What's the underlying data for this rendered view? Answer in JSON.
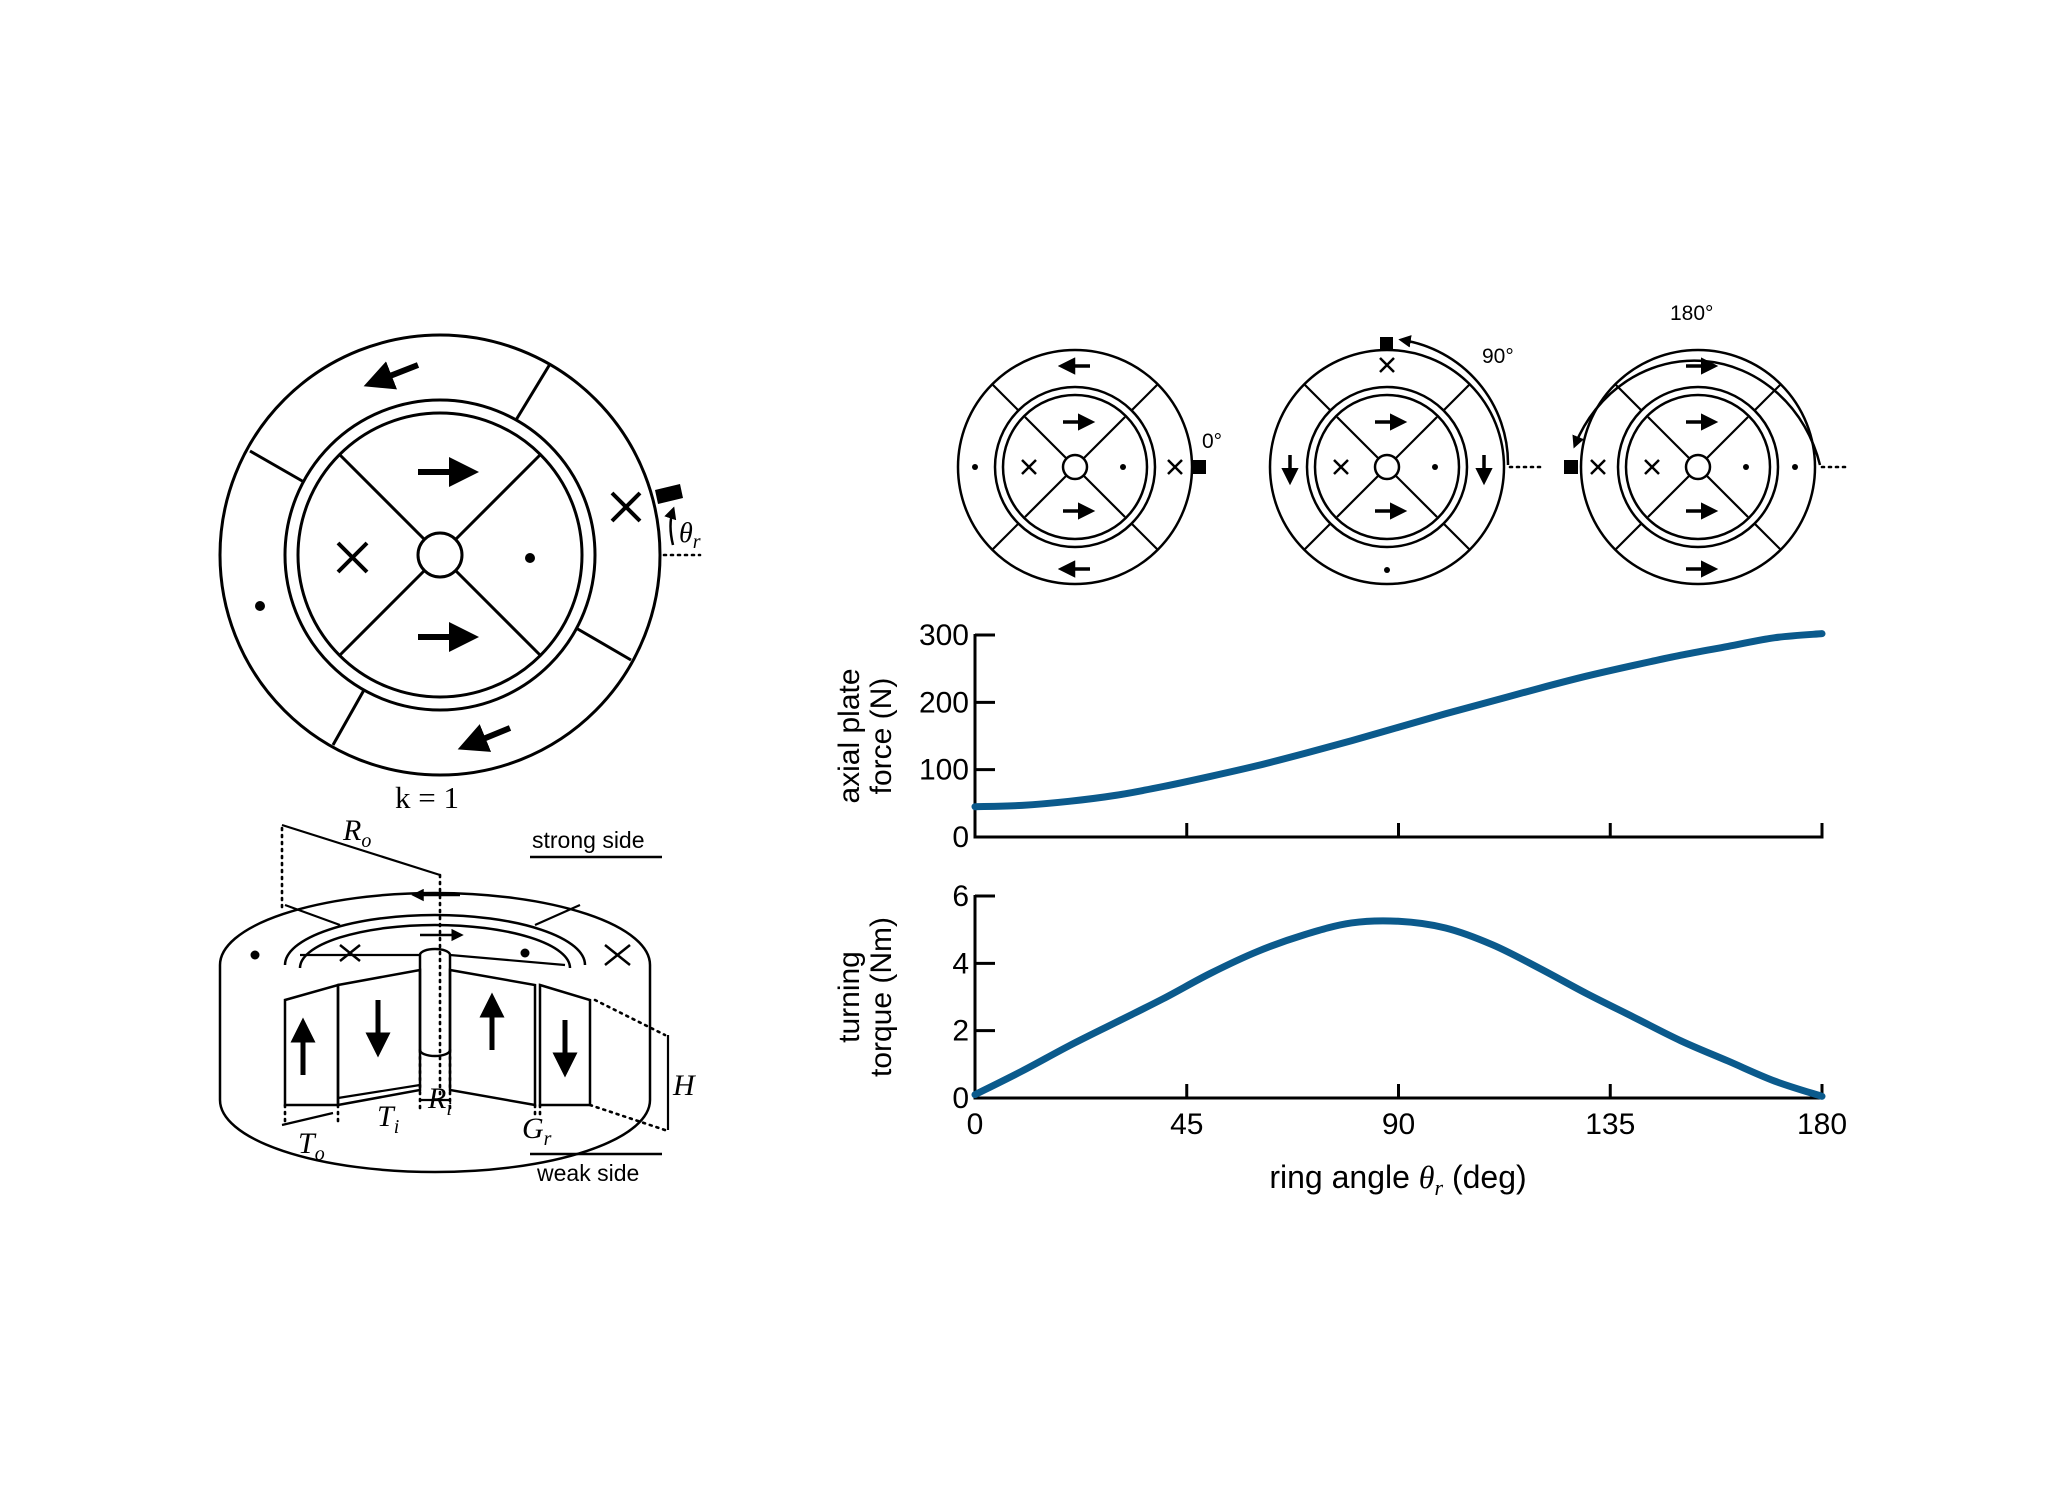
{
  "ring_diagram": {
    "label": "k = 1",
    "angle_symbol": "θ",
    "angle_subscript": "r"
  },
  "cross_section": {
    "labels": {
      "Ro": [
        "R",
        "o"
      ],
      "Ri": [
        "R",
        "i"
      ],
      "To": [
        "T",
        "o"
      ],
      "Ti": [
        "T",
        "i"
      ],
      "Gr": [
        "G",
        "r"
      ],
      "H": "H"
    },
    "strong_side": "strong side",
    "weak_side": "weak side"
  },
  "rotation_states": [
    "0°",
    "90°",
    "180°"
  ],
  "chart_data": [
    {
      "type": "line",
      "ylabel_lines": [
        "axial plate",
        "force (N)"
      ],
      "xlim": [
        0,
        180
      ],
      "ylim": [
        0,
        300
      ],
      "yticks": [
        0,
        100,
        200,
        300
      ],
      "xticks": [
        0,
        45,
        90,
        135,
        180
      ],
      "color": "#0b5a8c",
      "x": [
        0,
        10,
        20,
        30,
        40,
        50,
        60,
        70,
        80,
        90,
        100,
        110,
        120,
        130,
        140,
        150,
        160,
        170,
        180
      ],
      "y": [
        45,
        47,
        53,
        62,
        75,
        90,
        106,
        124,
        143,
        163,
        183,
        202,
        221,
        239,
        255,
        270,
        283,
        296,
        302
      ]
    },
    {
      "type": "line",
      "ylabel_lines": [
        "turning",
        "torque (Nm)"
      ],
      "xlabel_prefix": "ring angle ",
      "xlabel_symbol": "θ",
      "xlabel_subscript": "r",
      "xlabel_suffix": " (deg)",
      "xlim": [
        0,
        180
      ],
      "ylim": [
        0,
        6
      ],
      "yticks": [
        0,
        2,
        4,
        6
      ],
      "xticks": [
        0,
        45,
        90,
        135,
        180
      ],
      "xticklabels": [
        "0",
        "45",
        "90",
        "135",
        "180"
      ],
      "color": "#0b5a8c",
      "x": [
        0,
        10,
        20,
        30,
        40,
        50,
        60,
        70,
        80,
        90,
        100,
        110,
        120,
        130,
        140,
        150,
        160,
        170,
        180
      ],
      "y": [
        0.1,
        0.8,
        1.55,
        2.25,
        2.95,
        3.7,
        4.35,
        4.85,
        5.2,
        5.25,
        5.05,
        4.55,
        3.85,
        3.1,
        2.4,
        1.7,
        1.1,
        0.5,
        0.05
      ]
    }
  ]
}
